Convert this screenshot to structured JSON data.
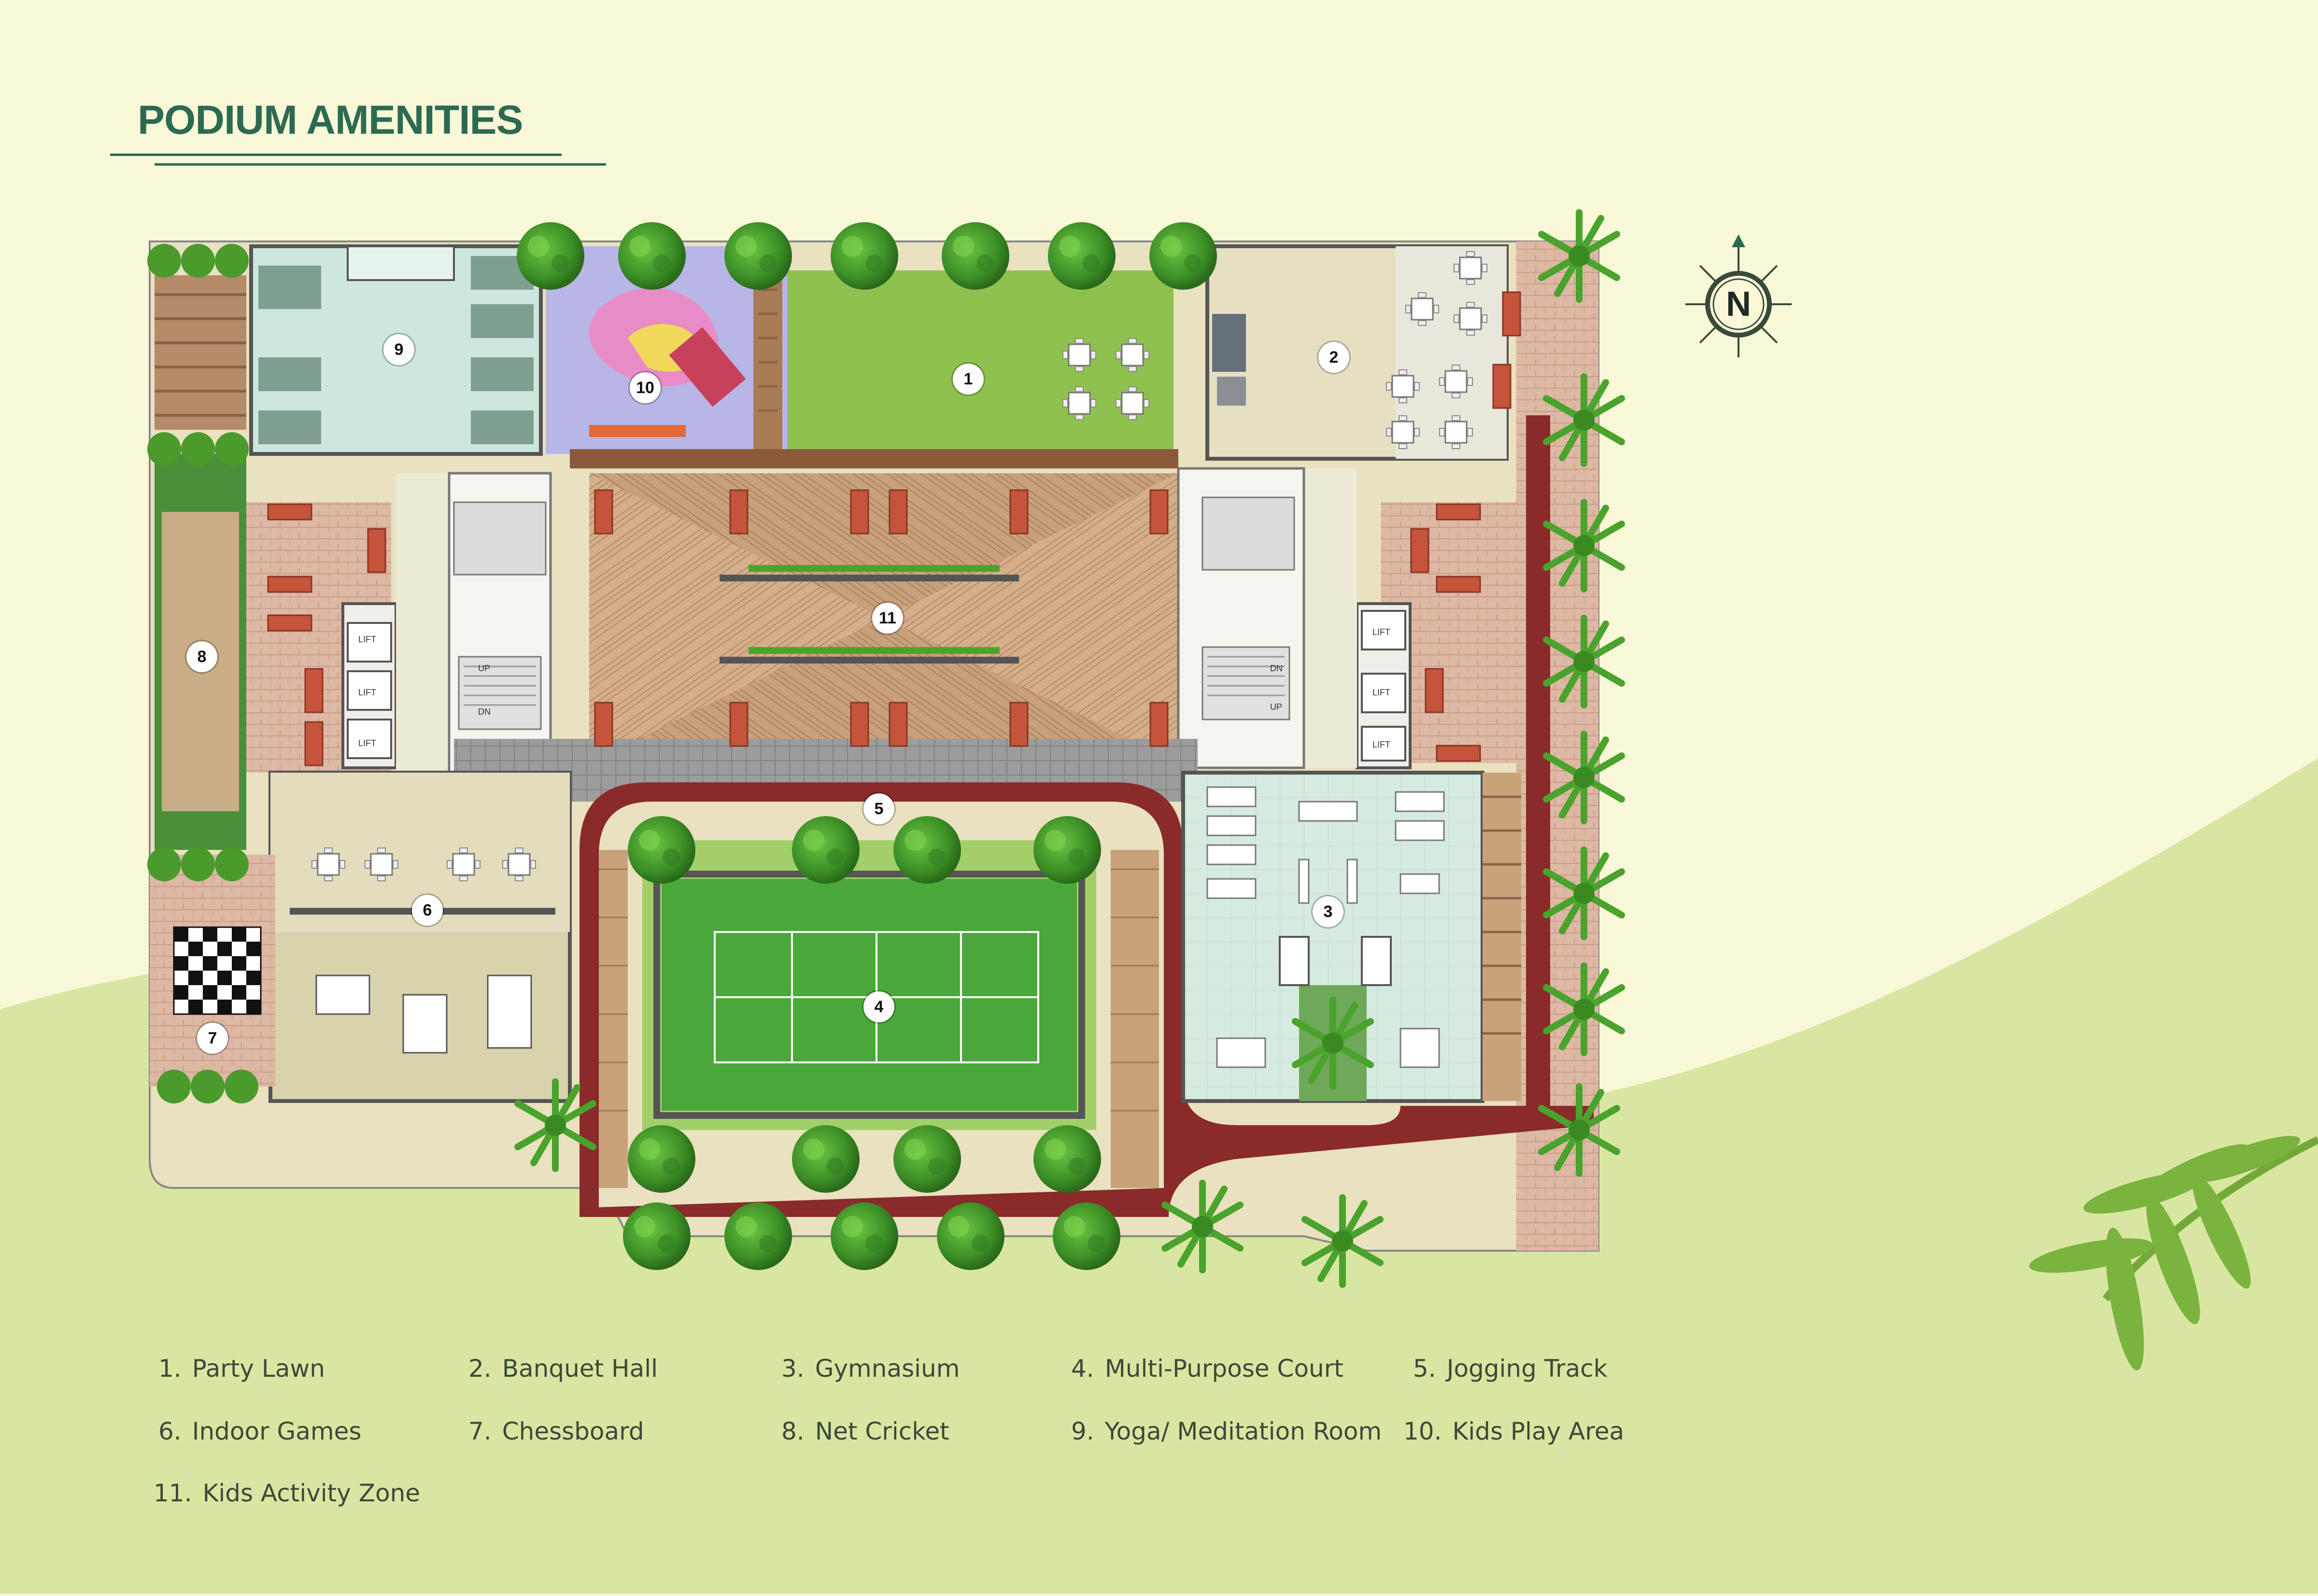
{
  "title": "PODIUM AMENITIES",
  "compass_letter": "N",
  "legend": [
    {
      "num": "1.",
      "label": "Party Lawn"
    },
    {
      "num": "2.",
      "label": "Banquet Hall"
    },
    {
      "num": "3.",
      "label": "Gymnasium"
    },
    {
      "num": "4.",
      "label": "Multi-Purpose Court"
    },
    {
      "num": "5.",
      "label": "Jogging Track"
    },
    {
      "num": "6.",
      "label": "Indoor Games"
    },
    {
      "num": "7.",
      "label": "Chessboard"
    },
    {
      "num": "8.",
      "label": "Net Cricket"
    },
    {
      "num": "9.",
      "label": "Yoga/ Meditation Room"
    },
    {
      "num": "10.",
      "label": "Kids Play Area"
    },
    {
      "num": "11.",
      "label": "Kids Activity Zone"
    }
  ],
  "markers": [
    "1",
    "2",
    "3",
    "4",
    "5",
    "6",
    "7",
    "8",
    "9",
    "10",
    "11"
  ],
  "plan_labels": {
    "lift": "LIFT",
    "up": "UP",
    "dn": "DN"
  },
  "colors": {
    "background": "#f8f8d8",
    "hill": "#d9e6a2",
    "title": "#2d6a52",
    "lawn": "#8fc14f",
    "track": "#8a2a2a",
    "court": "#4aa83a",
    "deck": "#c9a27a",
    "brick": "#d9b3a0",
    "tile": "#cfe6d8",
    "tree": "#3f8f2a"
  }
}
